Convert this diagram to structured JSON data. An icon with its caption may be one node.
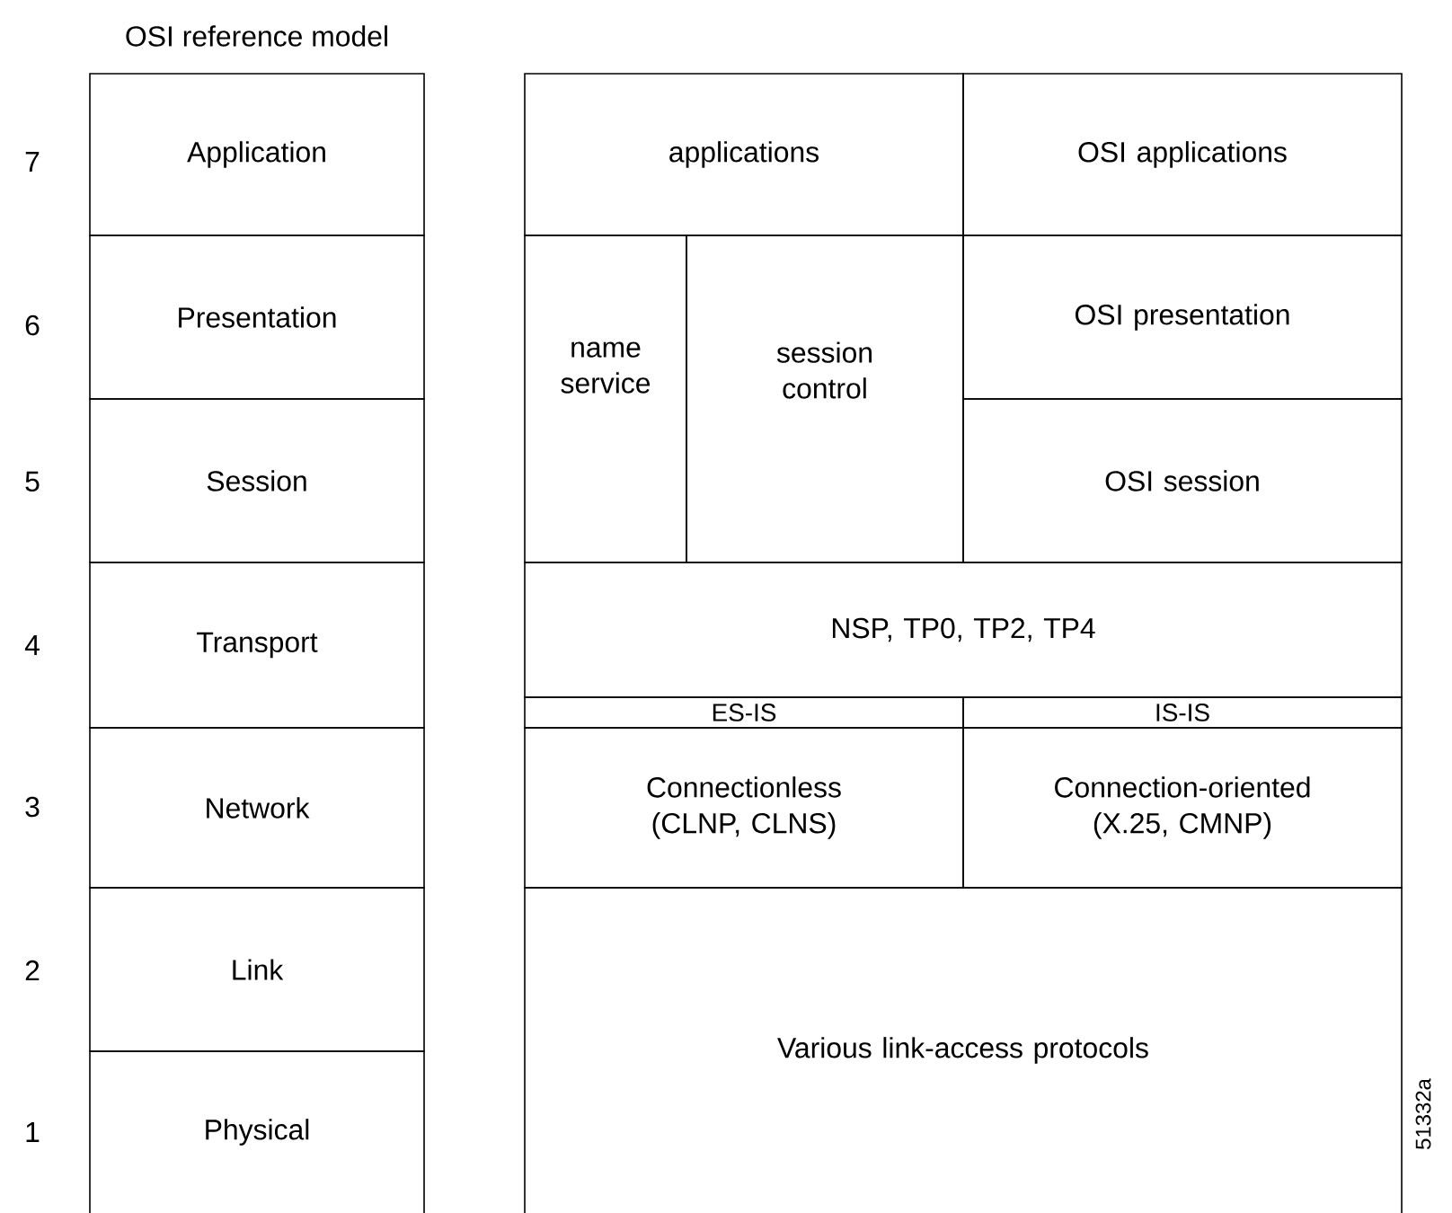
{
  "diagram": {
    "nodes": [
      {
        "text": [
          "Application"
        ]
      },
      {
        "text": [
          "Presentation"
        ]
      },
      {
        "text": [
          "Session"
        ]
      },
      {
        "text": [
          "Transport"
        ]
      },
      {
        "text": [
          "Network"
        ]
      },
      {
        "text": [
          "Link"
        ]
      },
      {
        "text": [
          "Physical"
        ]
      },
      {
        "text": [
          "applications"
        ]
      },
      {
        "text": [
          "OSI applications"
        ]
      },
      {
        "text": [
          "name service"
        ]
      },
      {
        "text": [
          "session control"
        ]
      },
      {
        "text": [
          "OSI presentation"
        ]
      },
      {
        "text": [
          "OSI session"
        ]
      },
      {
        "text": [
          "NSP, TP0, TP2, TP4"
        ]
      },
      {
        "text": [
          "ES-IS"
        ]
      },
      {
        "text": [
          "IS-IS"
        ]
      },
      {
        "text": [
          "Connectionless (CLNP, CLNS)"
        ]
      },
      {
        "text": [
          "Connection-oriented (X.25, CMNP)"
        ]
      },
      {
        "text": [
          "Various link-access protocols"
        ]
      }
    ],
    "labels": [
      "OSI reference model",
      "7",
      "6",
      "5",
      "4",
      "3",
      "2",
      "1",
      "51332a"
    ]
  }
}
